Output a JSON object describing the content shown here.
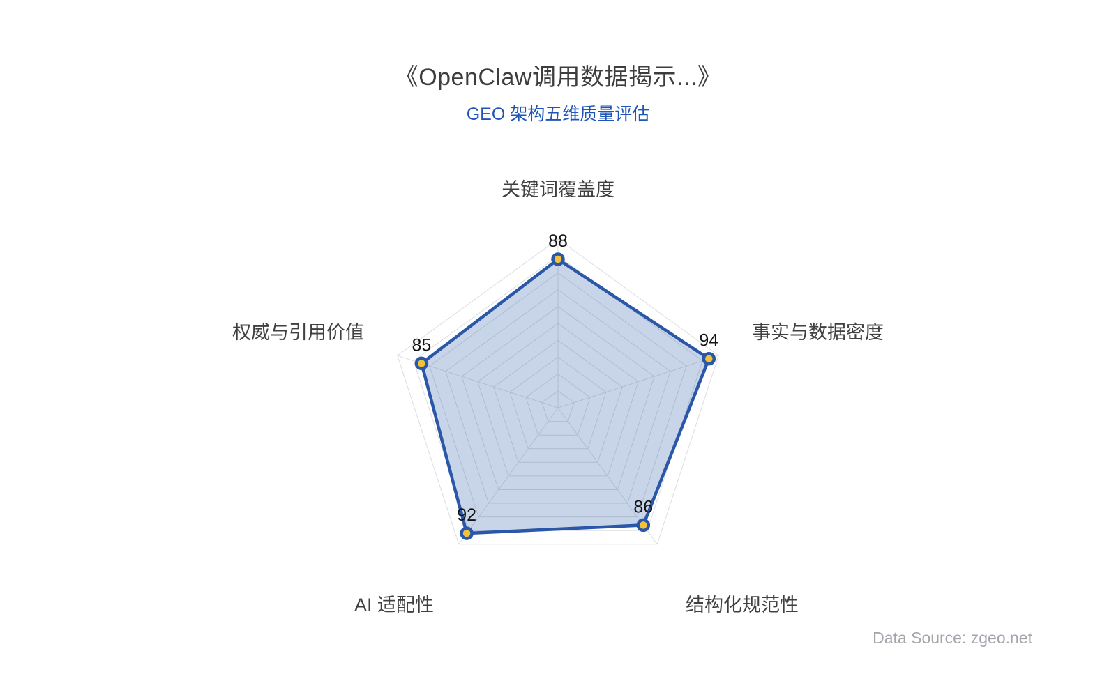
{
  "page": {
    "title": "《OpenClaw调用数据揭示...》",
    "subtitle": "GEO 架构五维质量评估",
    "source_note": "Data Source: zgeo.net"
  },
  "colors": {
    "title_text": "#3d3d3d",
    "subtitle_text": "#1f55b8",
    "source_text": "#a2a6ac",
    "axis_label": "#404040",
    "value_label": "#141414",
    "series_line": "#2a57a8",
    "series_fill": "rgba(42,92,170,0.26)",
    "symbol_fill": "#f2c23a",
    "grid_line": "#dcdde2"
  },
  "chart_data": {
    "type": "radar",
    "title": "《OpenClaw调用数据揭示...》",
    "subtitle": "GEO 架构五维质量评估",
    "categories": [
      "关键词覆盖度",
      "事实与数据密度",
      "结构化规范性",
      "AI 适配性",
      "权威与引用价值"
    ],
    "series": [
      {
        "name": "GEO 架构五维质量评估",
        "values": [
          88,
          94,
          86,
          92,
          85
        ]
      }
    ],
    "axis_min": 0,
    "axis_max": 100,
    "grid_rings": 10,
    "grid": true,
    "legend_position": "none",
    "annotation": "Data Source: zgeo.net"
  }
}
